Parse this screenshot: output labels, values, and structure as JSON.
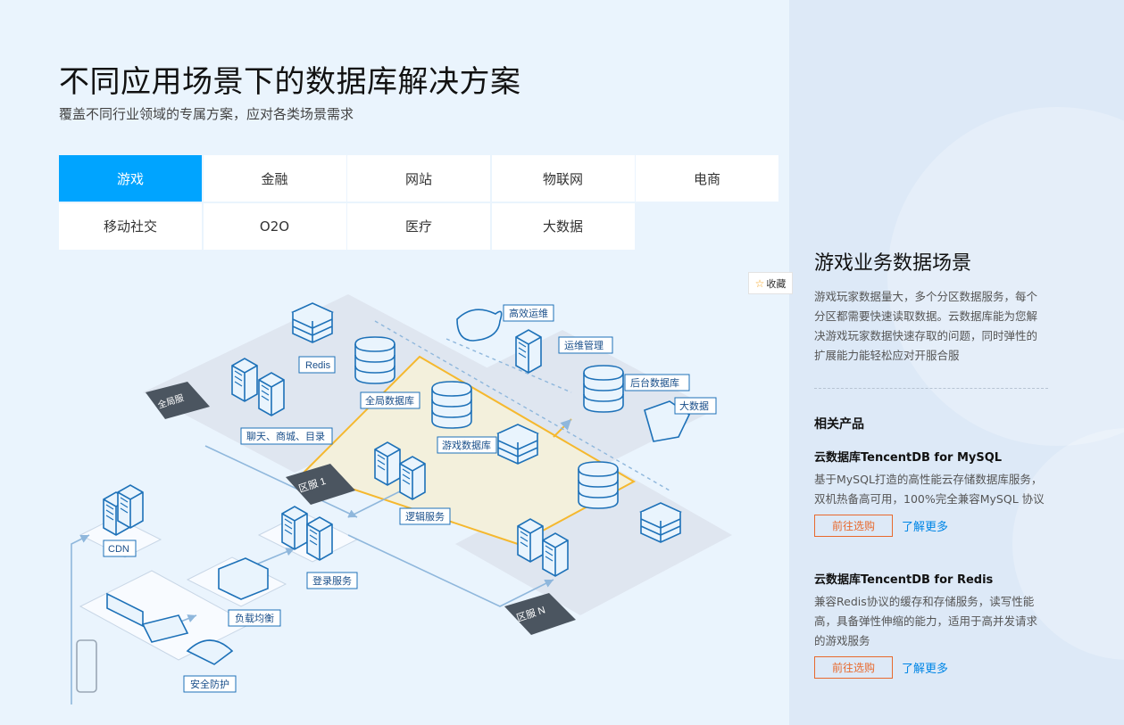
{
  "header": {
    "title": "不同应用场景下的数据库解决方案",
    "subtitle": "覆盖不同行业领域的专属方案，应对各类场景需求"
  },
  "tabs": [
    {
      "label": "游戏",
      "active": true
    },
    {
      "label": "金融"
    },
    {
      "label": "网站"
    },
    {
      "label": "物联网"
    },
    {
      "label": "电商"
    },
    {
      "label": "移动社交"
    },
    {
      "label": "O2O"
    },
    {
      "label": "医疗"
    },
    {
      "label": "大数据"
    }
  ],
  "favorite": {
    "label": "收藏"
  },
  "diagram": {
    "labels": {
      "redis": "Redis",
      "global_db": "全局数据库",
      "chat": "聊天、商城、目录",
      "efficient_ops": "高效运维",
      "ops_mgmt": "运维管理",
      "backend_db": "后台数据库",
      "bigdata": "大数据",
      "game_db": "游戏数据库",
      "logic": "逻辑服务",
      "cdn": "CDN",
      "login": "登录服务",
      "lb": "负载均衡",
      "security": "安全防护",
      "global_server": "全局服",
      "zone1": "区服 1",
      "zoneN": "区服 N"
    },
    "colors": {
      "accent": "#00a4ff",
      "zone_line": "#f5b82e",
      "dark_tag": "#4b5560"
    }
  },
  "panel": {
    "title": "游戏业务数据场景",
    "description": "游戏玩家数据量大，多个分区数据服务，每个分区都需要快速读取数据。云数据库能为您解决游戏玩家数据快速存取的问题，同时弹性的扩展能力能轻松应对开服合服",
    "related_title": "相关产品",
    "products": [
      {
        "name": "云数据库TencentDB for MySQL",
        "description": "基于MySQL打造的高性能云存储数据库服务，双机热备高可用，100%完全兼容MySQL 协议",
        "buy_label": "前往选购",
        "more_label": "了解更多"
      },
      {
        "name": "云数据库TencentDB for Redis",
        "description": "兼容Redis协议的缓存和存储服务，读写性能高，具备弹性伸缩的能力，适用于高并发请求的游戏服务",
        "buy_label": "前往选购",
        "more_label": "了解更多"
      }
    ]
  }
}
